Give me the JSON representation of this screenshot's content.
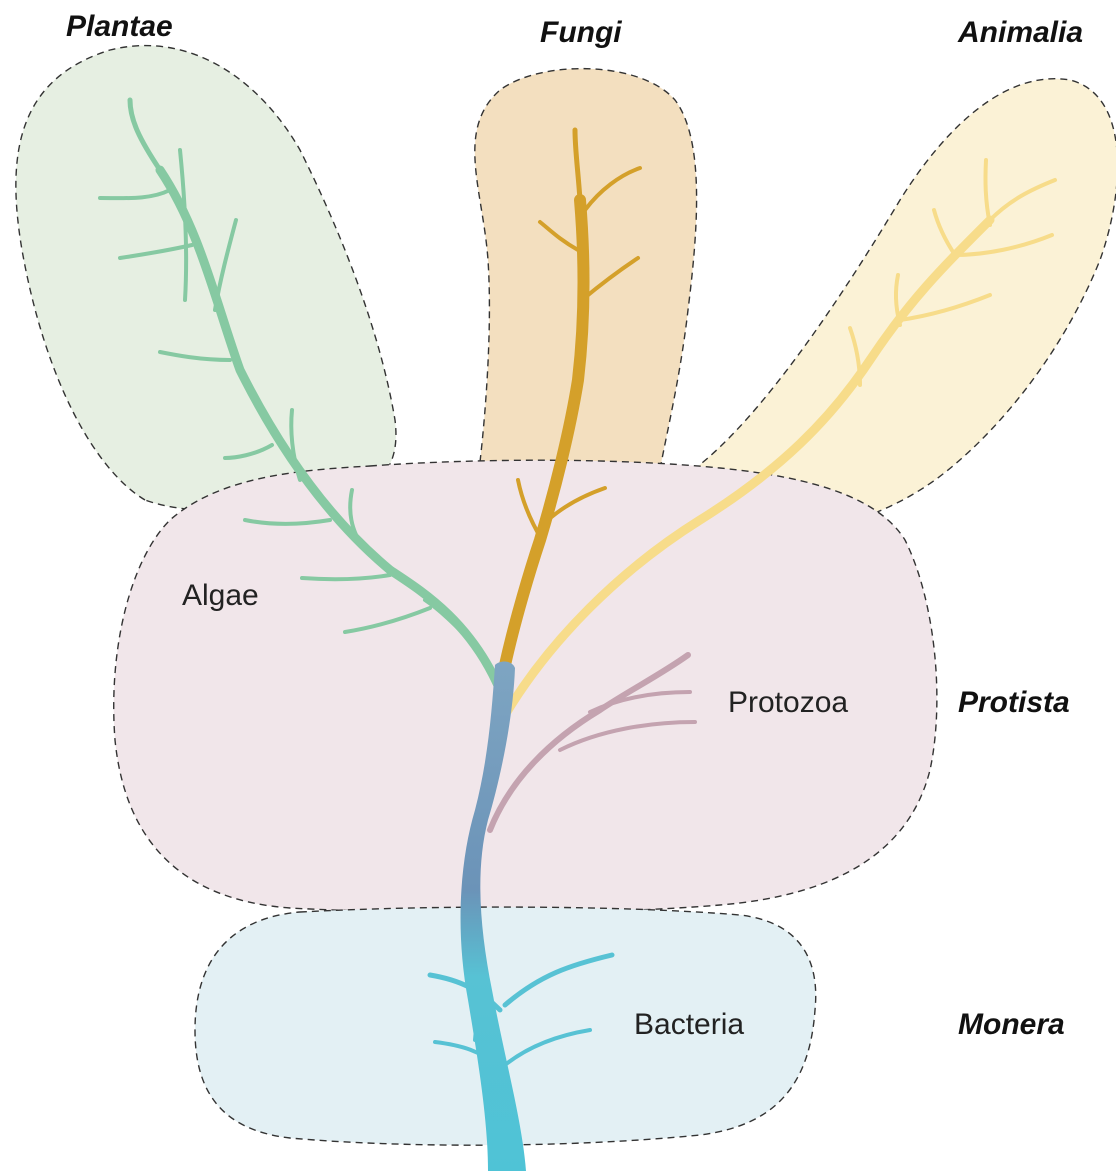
{
  "kingdoms": {
    "plantae": "Plantae",
    "fungi": "Fungi",
    "animalia": "Animalia",
    "protista": "Protista",
    "monera": "Monera"
  },
  "groups": {
    "algae": "Algae",
    "protozoa": "Protozoa",
    "bacteria": "Bacteria"
  },
  "colors": {
    "plantae_region": "#e6efe2",
    "fungi_region": "#f3dfbf",
    "animalia_region": "#fbf2d6",
    "protista_region": "#f1e6ea",
    "monera_region": "#e3f0f4",
    "plantae_branch": "#86c9a2",
    "fungi_branch": "#d4a02a",
    "animalia_branch": "#f7dc8a",
    "protozoa_branch": "#c4a3b0",
    "bacteria_branch": "#57c2d4",
    "trunk_mid": "#6b93b8"
  }
}
